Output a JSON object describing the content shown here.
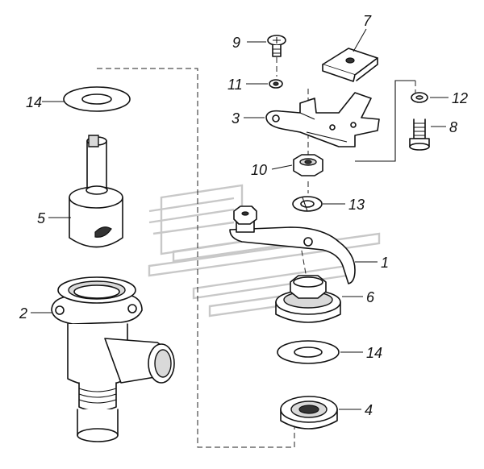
{
  "callouts": {
    "p1": "1",
    "p2": "2",
    "p3": "3",
    "p4": "4",
    "p5": "5",
    "p6": "6",
    "p7": "7",
    "p8": "8",
    "p9": "9",
    "p10": "10",
    "p11": "11",
    "p12": "12",
    "p13": "13",
    "p14_top": "14",
    "p14_bottom": "14"
  }
}
